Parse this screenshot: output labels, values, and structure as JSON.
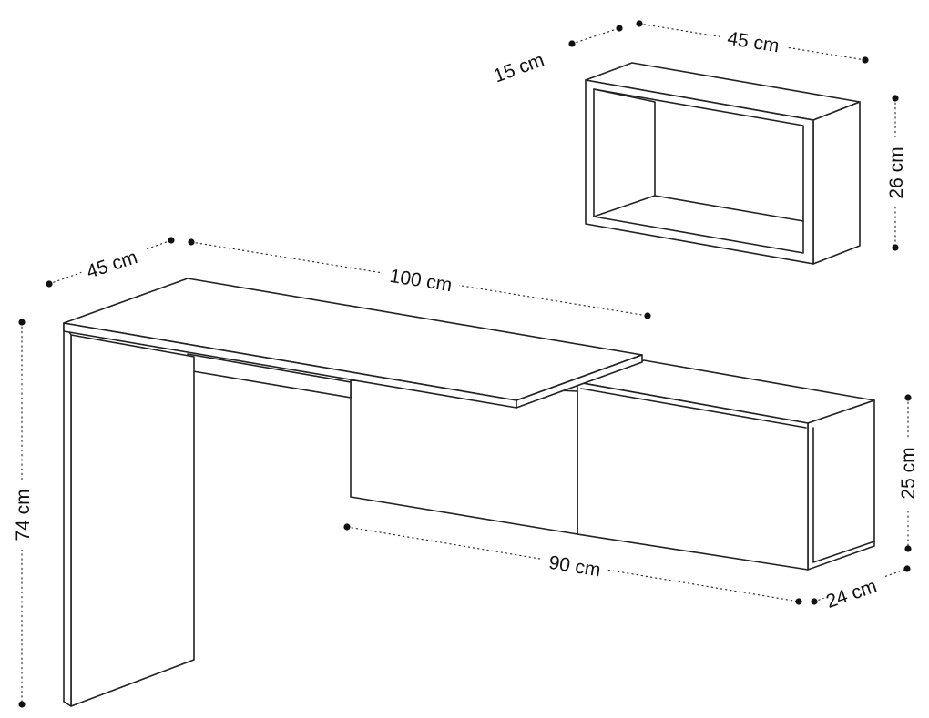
{
  "dimensions": {
    "shelf_depth": "15 cm",
    "shelf_width": "45 cm",
    "shelf_height": "26 cm",
    "desk_depth": "45 cm",
    "desk_width": "100 cm",
    "desk_height": "74 cm",
    "cabinet_width": "90 cm",
    "cabinet_height": "25 cm",
    "cabinet_depth": "24 cm"
  },
  "colors": {
    "outline": "#222222",
    "fill": "#ffffff",
    "dimension_marker": "#111111"
  }
}
